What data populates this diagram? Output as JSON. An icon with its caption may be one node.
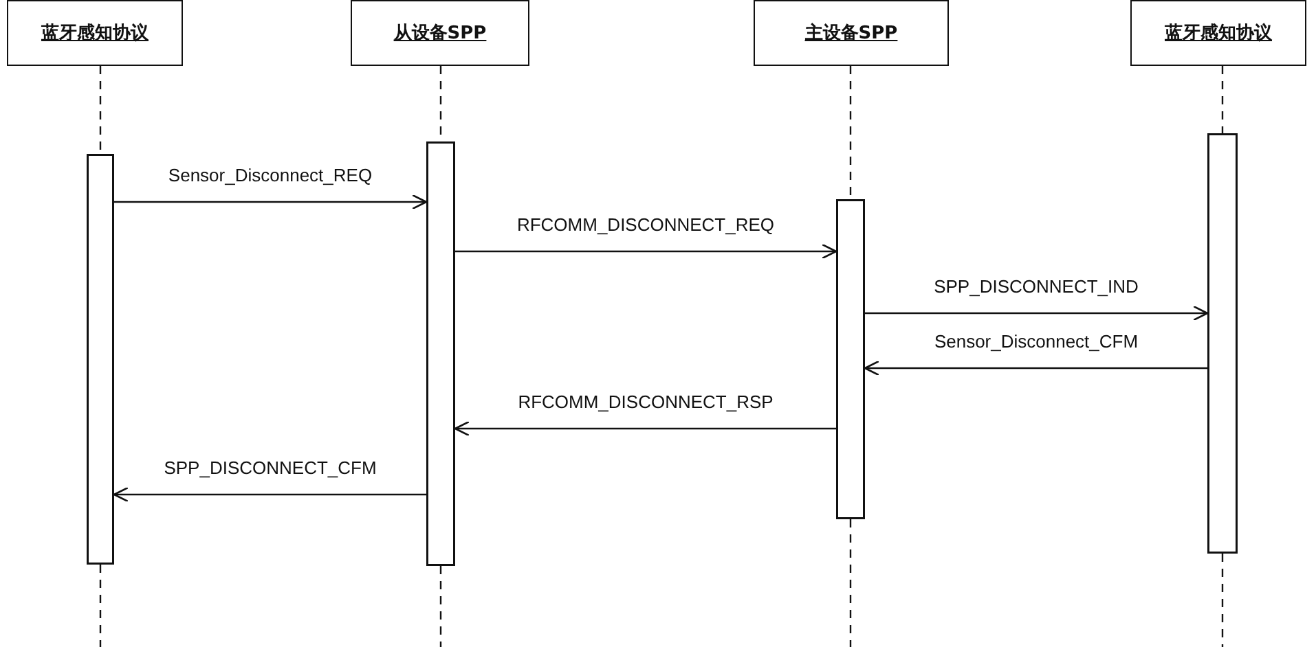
{
  "diagram": {
    "nodes": [
      {
        "text": [
          "蓝牙感知协议"
        ]
      },
      {
        "text": [
          "从设备SPP"
        ]
      },
      {
        "text": [
          "主设备SPP"
        ]
      },
      {
        "text": [
          "蓝牙感知协议"
        ]
      },
      {
        "text": [],
        "shape": "bar"
      },
      {
        "text": [],
        "shape": "bar"
      },
      {
        "text": [],
        "shape": "bar"
      },
      {
        "text": [],
        "shape": "bar"
      }
    ],
    "edges": [
      {
        "from": 4,
        "to": 5,
        "arrow": "to",
        "label": "Sensor_Disconnect_REQ"
      },
      {
        "from": 5,
        "to": 6,
        "arrow": "to",
        "label": "RFCOMM_DISCONNECT_REQ"
      },
      {
        "from": 6,
        "to": 7,
        "arrow": "to",
        "label": "SPP_DISCONNECT_IND"
      },
      {
        "from": 7,
        "to": 6,
        "arrow": "to",
        "label": "Sensor_Disconnect_CFM"
      },
      {
        "from": 6,
        "to": 5,
        "arrow": "to",
        "label": "RFCOMM_DISCONNECT_RSP"
      },
      {
        "from": 5,
        "to": 4,
        "arrow": "to",
        "label": "SPP_DISCONNECT_CFM"
      },
      {
        "from": 0,
        "to": 4,
        "arrow": "none",
        "style": "dashed"
      },
      {
        "from": 1,
        "to": 5,
        "arrow": "none",
        "style": "dashed"
      },
      {
        "from": 2,
        "to": 6,
        "arrow": "none",
        "style": "dashed"
      },
      {
        "from": 3,
        "to": 7,
        "arrow": "none",
        "style": "dashed"
      },
      {
        "from": 4,
        "to": null,
        "arrow": "none",
        "style": "dashed"
      },
      {
        "from": 5,
        "to": null,
        "arrow": "none",
        "style": "dashed"
      },
      {
        "from": 6,
        "to": null,
        "arrow": "none",
        "style": "dashed"
      },
      {
        "from": 7,
        "to": null,
        "arrow": "none",
        "style": "dashed"
      }
    ]
  }
}
